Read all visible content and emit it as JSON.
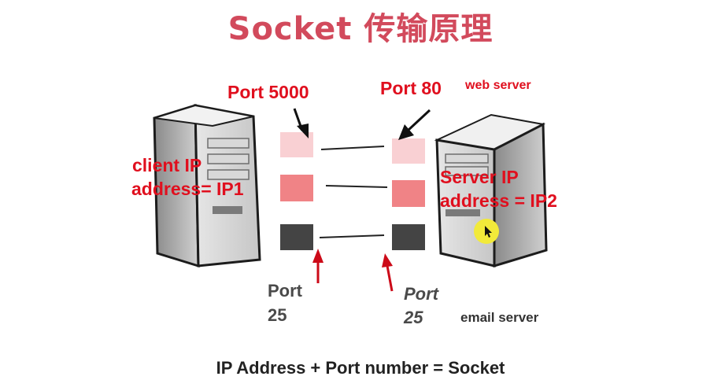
{
  "title": "Socket 传输原理",
  "labels": {
    "port_5000": "Port 5000",
    "port_80": "Port 80",
    "web_server": "web server",
    "client_ip_line1": "client IP",
    "client_ip_line2": "address= IP1",
    "server_ip_line1": "Server IP",
    "server_ip_line2": "address = IP2",
    "port_25_left_line1": "Port",
    "port_25_left_line2": "25",
    "port_25_right_line1": "Port",
    "port_25_right_line2": "25",
    "email_server": "email server"
  },
  "formula": "IP Address + Port number = Socket",
  "colors": {
    "title": "#d24a5c",
    "label_red": "#e00f1e",
    "port_light": "#f9d0d3",
    "port_mid": "#f08386",
    "port_dark": "#444444",
    "arrow_black": "#111111",
    "arrow_red": "#cc0a18",
    "cursor_highlight": "#f2ea3a"
  },
  "icons": [
    "client-server-icon",
    "remote-server-icon",
    "arrow-icon",
    "mouse-cursor-icon"
  ]
}
